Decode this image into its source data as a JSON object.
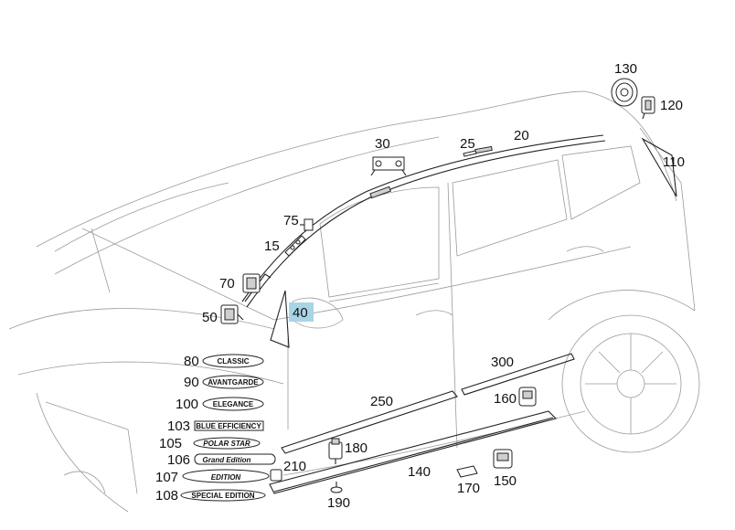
{
  "callouts": {
    "c130": "130",
    "c120": "120",
    "c110": "110",
    "c20": "20",
    "c25": "25",
    "c30": "30",
    "c75": "75",
    "c15": "15",
    "c70": "70",
    "c50": "50",
    "c40": "40",
    "c80": "80",
    "c90": "90",
    "c100": "100",
    "c103": "103",
    "c105": "105",
    "c106": "106",
    "c107": "107",
    "c108": "108",
    "c300": "300",
    "c250": "250",
    "c160": "160",
    "c180": "180",
    "c210": "210",
    "c140": "140",
    "c150": "150",
    "c170": "170",
    "c190": "190"
  },
  "badges": {
    "classic": "CLASSIC",
    "avantgarde": "AVANTGARDE",
    "elegance": "ELEGANCE",
    "blue_efficiency": "BLUE EFFICIENCY",
    "polar_star": "POLAR STAR",
    "grand_edition": "Grand Edition",
    "edition": "EDITION",
    "special_edition": "SPECIAL EDITION"
  },
  "colors": {
    "highlight": "#a9d4e6",
    "line": "#222222",
    "background_lines": "#9a9a9a"
  }
}
